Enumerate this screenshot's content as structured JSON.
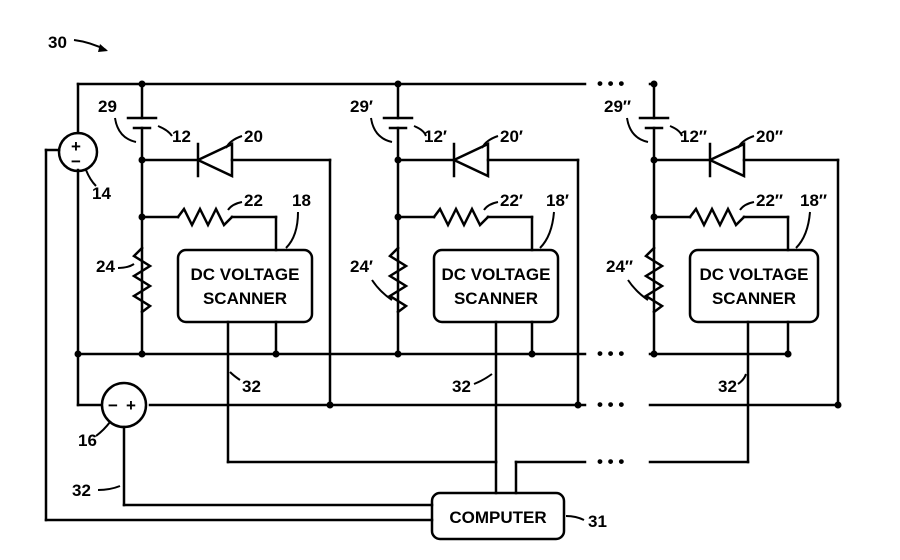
{
  "figure_number": "30",
  "stages": [
    {
      "id": "stage-1",
      "battery": "12",
      "battery_side": "29",
      "diode": "20",
      "resistor_top": "22",
      "scanner_ref": "18",
      "resistor_left": "24",
      "bus": "32",
      "scanner_line1": "DC VOLTAGE",
      "scanner_line2": "SCANNER"
    },
    {
      "id": "stage-2",
      "battery": "12′",
      "battery_side": "29′",
      "diode": "20′",
      "resistor_top": "22′",
      "scanner_ref": "18′",
      "resistor_left": "24′",
      "bus": "32",
      "scanner_line1": "DC VOLTAGE",
      "scanner_line2": "SCANNER"
    },
    {
      "id": "stage-3",
      "battery": "12″",
      "battery_side": "29″",
      "diode": "20″",
      "resistor_top": "22″",
      "scanner_ref": "18″",
      "resistor_left": "24″",
      "bus": "32",
      "scanner_line1": "DC VOLTAGE",
      "scanner_line2": "SCANNER"
    }
  ],
  "source_top": {
    "ref": "14",
    "symbol_plus": "+",
    "symbol_minus": "−"
  },
  "source_bottom": {
    "ref": "16",
    "symbol_minus": "−",
    "symbol_plus": "+"
  },
  "computer": {
    "label": "COMPUTER",
    "ref": "31"
  },
  "left_bus_ref": "32",
  "ellipsis": "• • •"
}
